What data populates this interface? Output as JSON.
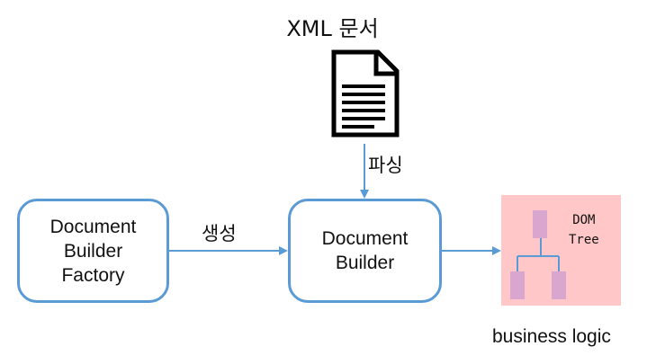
{
  "diagram": {
    "xml_document_label": "XML 문서",
    "parse_edge_label": "파싱",
    "create_edge_label": "생성",
    "factory_node": "Document\nBuilder\nFactory",
    "builder_node": "Document\nBuilder",
    "dom_tree_label": "DOM\nTree",
    "business_logic_label": "business logic"
  },
  "colors": {
    "node_border": "#5b9bd5",
    "arrow": "#5b9bd5",
    "dom_panel_fill": "#ffc7c7",
    "tree_node_fill": "#d9a6cf",
    "tree_line": "#5b9bd5"
  },
  "icons": {
    "xml_document": "document-icon",
    "dom_tree": "tree-diagram-icon"
  }
}
